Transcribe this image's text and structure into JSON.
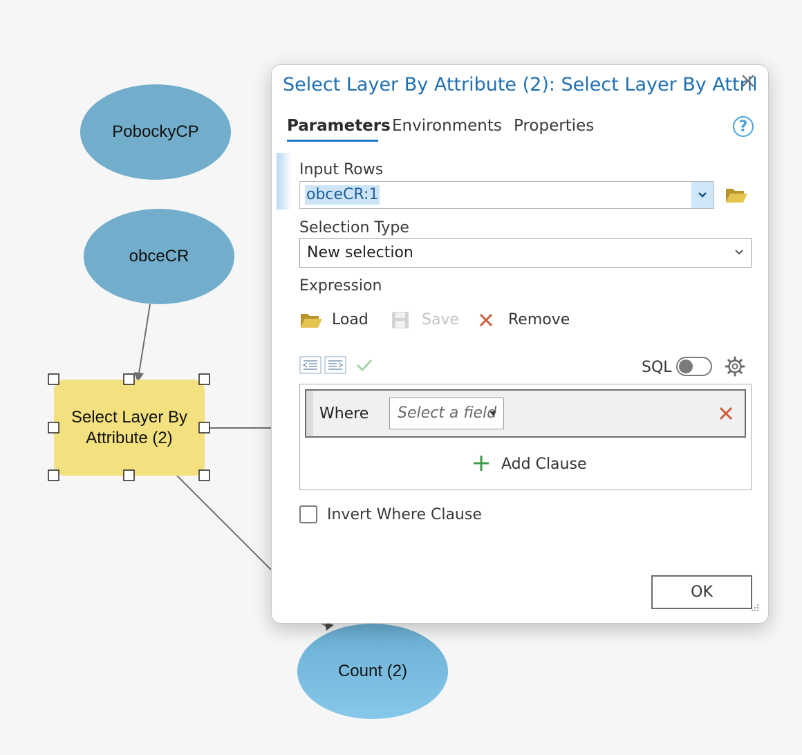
{
  "model": {
    "nodes": {
      "pobocky": "PobockyCP",
      "obce": "obceCR",
      "select_tool": "Select Layer By\nAttribute (2)",
      "count": "Count (2)"
    }
  },
  "dialog": {
    "title": "Select Layer By Attribute (2): Select Layer By Attril",
    "close_icon": "close-icon",
    "tabs": [
      "Parameters",
      "Environments",
      "Properties"
    ],
    "active_tab": "Parameters",
    "help_symbol": "?",
    "input_rows": {
      "label": "Input Rows",
      "value": "obceCR:1"
    },
    "selection_type": {
      "label": "Selection Type",
      "value": "New selection"
    },
    "expression": {
      "label": "Expression",
      "load": "Load",
      "save": "Save",
      "remove": "Remove",
      "sql_label": "SQL",
      "where_label": "Where",
      "field_placeholder": "Select a field",
      "add_clause": "Add Clause"
    },
    "invert_label": "Invert Where Clause",
    "ok_label": "OK"
  },
  "colors": {
    "node_blue": "#72aecb",
    "node_yellow": "#f3e07e",
    "title_blue": "#1f6fb3",
    "remove_red": "#cf5a3a",
    "add_green": "#3f9d4a",
    "folder_yellow": "#d9b63c"
  }
}
